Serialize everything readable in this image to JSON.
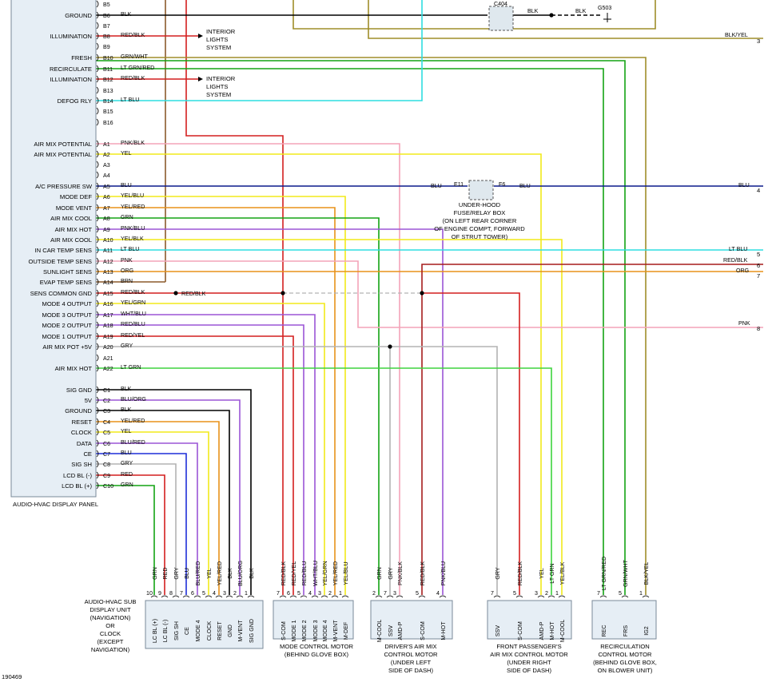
{
  "footer_code": "190469",
  "panel": {
    "title": "AUDIO-HVAC DISPLAY PANEL",
    "rows": [
      {
        "label": "",
        "pin": "B5",
        "wire": ""
      },
      {
        "label": "GROUND",
        "pin": "B6",
        "wire": "BLK"
      },
      {
        "label": "",
        "pin": "B7",
        "wire": ""
      },
      {
        "label": "ILLUMINATION",
        "pin": "B8",
        "wire": "RED/BLK"
      },
      {
        "label": "",
        "pin": "B9",
        "wire": ""
      },
      {
        "label": "FRESH",
        "pin": "B10",
        "wire": "GRN/WHT"
      },
      {
        "label": "RECIRCULATE",
        "pin": "B11",
        "wire": "LT GRN/RED"
      },
      {
        "label": "ILLUMINATION",
        "pin": "B12",
        "wire": "RED/BLK"
      },
      {
        "label": "",
        "pin": "B13",
        "wire": ""
      },
      {
        "label": "DEFOG RLY",
        "pin": "B14",
        "wire": "LT BLU"
      },
      {
        "label": "",
        "pin": "B15",
        "wire": ""
      },
      {
        "label": "",
        "pin": "B16",
        "wire": ""
      },
      {
        "label": "AIR MIX POTENTIAL",
        "pin": "A1",
        "wire": "PNK/BLK"
      },
      {
        "label": "AIR MIX POTENTIAL",
        "pin": "A2",
        "wire": "YEL"
      },
      {
        "label": "",
        "pin": "A3",
        "wire": ""
      },
      {
        "label": "",
        "pin": "A4",
        "wire": ""
      },
      {
        "label": "A/C PRESSURE SW",
        "pin": "A5",
        "wire": "BLU"
      },
      {
        "label": "MODE DEF",
        "pin": "A6",
        "wire": "YEL/BLU"
      },
      {
        "label": "MODE VENT",
        "pin": "A7",
        "wire": "YEL/RED"
      },
      {
        "label": "AIR MIX COOL",
        "pin": "A8",
        "wire": "GRN"
      },
      {
        "label": "AIR MIX HOT",
        "pin": "A9",
        "wire": "PNK/BLU"
      },
      {
        "label": "AIR MIX COOL",
        "pin": "A10",
        "wire": "YEL/BLK"
      },
      {
        "label": "IN CAR TEMP SENS",
        "pin": "A11",
        "wire": "LT BLU"
      },
      {
        "label": "OUTSIDE TEMP SENS",
        "pin": "A12",
        "wire": "PNK"
      },
      {
        "label": "SUNLIGHT SENS",
        "pin": "A13",
        "wire": "ORG"
      },
      {
        "label": "EVAP TEMP SENS",
        "pin": "A14",
        "wire": "BRN"
      },
      {
        "label": "SENS COMMON GND",
        "pin": "A15",
        "wire": "RED/BLK"
      },
      {
        "label": "MODE 4 OUTPUT",
        "pin": "A16",
        "wire": "YEL/GRN"
      },
      {
        "label": "MODE 3 OUTPUT",
        "pin": "A17",
        "wire": "WHT/BLU"
      },
      {
        "label": "MODE 2 OUTPUT",
        "pin": "A18",
        "wire": "RED/BLU"
      },
      {
        "label": "MODE 1 OUTPUT",
        "pin": "A19",
        "wire": "RED/YEL"
      },
      {
        "label": "AIR MIX POT +5V",
        "pin": "A20",
        "wire": "GRY"
      },
      {
        "label": "",
        "pin": "A21",
        "wire": ""
      },
      {
        "label": "AIR MIX HOT",
        "pin": "A22",
        "wire": "LT GRN"
      },
      {
        "label": "SIG GND",
        "pin": "C1",
        "wire": "BLK"
      },
      {
        "label": "5V",
        "pin": "C2",
        "wire": "BLU/ORG"
      },
      {
        "label": "GROUND",
        "pin": "C3",
        "wire": "BLK"
      },
      {
        "label": "RESET",
        "pin": "C4",
        "wire": "YEL/RED"
      },
      {
        "label": "CLOCK",
        "pin": "C5",
        "wire": "YEL"
      },
      {
        "label": "DATA",
        "pin": "C6",
        "wire": "BLU/RED"
      },
      {
        "label": "CE",
        "pin": "C7",
        "wire": "BLU"
      },
      {
        "label": "SIG SH",
        "pin": "C8",
        "wire": "GRY"
      },
      {
        "label": "LCD BL (-)",
        "pin": "C9",
        "wire": "RED"
      },
      {
        "label": "LCD BL (+)",
        "pin": "C10",
        "wire": "GRN"
      }
    ]
  },
  "side_notes": {
    "lights_1": [
      "INTERIOR",
      "LIGHTS",
      "SYSTEM"
    ],
    "lights_2": [
      "INTERIOR",
      "LIGHTS",
      "SYSTEM"
    ],
    "c404": "C404",
    "g503": "G503",
    "blk_1": "BLK",
    "blk_2": "BLK",
    "e11": "E11",
    "f6": "F6",
    "blu_left": "BLU",
    "blu_right": "BLU",
    "fuse_box": [
      "UNDER-HOOD",
      "FUSE/RELAY BOX",
      "(ON LEFT REAR CORNER",
      "OF ENGINE COMPT, FORWARD",
      "OF STRUT TOWER)"
    ],
    "splice_label": "RED/BLK"
  },
  "offpage": [
    {
      "wire": "BLK/YEL",
      "num": "3"
    },
    {
      "wire": "BLU",
      "num": "4"
    },
    {
      "wire": "LT BLU",
      "num": "5"
    },
    {
      "wire": "RED/BLK",
      "num": "6"
    },
    {
      "wire": "ORG",
      "num": "7"
    },
    {
      "wire": "PNK",
      "num": "8"
    }
  ],
  "components": [
    {
      "name": "sub-display-unit",
      "caption": [
        "AUDIO-HVAC SUB",
        "DISPLAY UNIT",
        "(NAVIGATION)",
        "OR",
        "CLOCK",
        "(EXCEPT",
        "NAVIGATION)"
      ],
      "pins": [
        {
          "num": "10",
          "wire": "GRN",
          "label": "LC BL (+)"
        },
        {
          "num": "9",
          "wire": "RED",
          "label": "LC BL (-)"
        },
        {
          "num": "8",
          "wire": "GRY",
          "label": "SIG SH"
        },
        {
          "num": "7",
          "wire": "BLU",
          "label": "CE"
        },
        {
          "num": "6",
          "wire": "BLU/RED",
          "label": "MODE 4"
        },
        {
          "num": "5",
          "wire": "YEL",
          "label": "CLOCK"
        },
        {
          "num": "4",
          "wire": "YEL/RED",
          "label": "RESET"
        },
        {
          "num": "3",
          "wire": "BLK",
          "label": "GND"
        },
        {
          "num": "2",
          "wire": "BLU/ORG",
          "label": "M-VENT"
        },
        {
          "num": "1",
          "wire": "BLK",
          "label": "SIG GND"
        }
      ]
    },
    {
      "name": "mode-control-motor",
      "caption": [
        "MODE CONTROL MOTOR",
        "(BEHIND GLOVE BOX)"
      ],
      "pins": [
        {
          "num": "7",
          "wire": "RED/BLK",
          "label": "S-COM"
        },
        {
          "num": "6",
          "wire": "RED/YEL",
          "label": "MODE 1"
        },
        {
          "num": "5",
          "wire": "RED/BLU",
          "label": "MODE 2"
        },
        {
          "num": "4",
          "wire": "WHT/BLU",
          "label": "MODE 3"
        },
        {
          "num": "3",
          "wire": "YEL/GRN",
          "label": "MODE 4"
        },
        {
          "num": "2",
          "wire": "YEL/RED",
          "label": "M-VENT"
        },
        {
          "num": "1",
          "wire": "YEL/BLU",
          "label": "M-DEF"
        }
      ]
    },
    {
      "name": "driver-air-mix-motor",
      "caption": [
        "DRIVER'S AIR MIX",
        "CONTROL MOTOR",
        "(UNDER LEFT",
        "SIDE OF DASH)"
      ],
      "pins": [
        {
          "num": "2",
          "wire": "GRN",
          "label": "M-COOL"
        },
        {
          "num": "7",
          "wire": "GRY",
          "label": "SSV"
        },
        {
          "num": "3",
          "wire": "PNK/BLK",
          "label": "AMD-P"
        },
        {
          "num": "5",
          "wire": "RED/BLK",
          "label": "S-COM"
        },
        {
          "num": "4",
          "wire": "PNK/BLU",
          "label": "M-HOT"
        }
      ]
    },
    {
      "name": "passenger-air-mix-motor",
      "caption": [
        "FRONT PASSENGER'S",
        "AIR MIX CONTROL MOTOR",
        "(UNDER RIGHT",
        "SIDE OF DASH)"
      ],
      "pins": [
        {
          "num": "7",
          "wire": "GRY",
          "label": "SSV"
        },
        {
          "num": "5",
          "wire": "RED/BLK",
          "label": "S-COM"
        },
        {
          "num": "3",
          "wire": "YEL",
          "label": "AMD-P"
        },
        {
          "num": "2",
          "wire": "LT GRN",
          "label": "M-HOT"
        },
        {
          "num": "1",
          "wire": "YEL/BLK",
          "label": "M-COOL"
        }
      ]
    },
    {
      "name": "recirculation-motor",
      "caption": [
        "RECIRCULATION",
        "CONTROL MOTOR",
        "(BEHIND GLOVE BOX,",
        "ON BLOWER UNIT)"
      ],
      "pins": [
        {
          "num": "7",
          "wire": "LT GRN/RED",
          "label": "REC"
        },
        {
          "num": "5",
          "wire": "GRN/WHT",
          "label": "FRS"
        },
        {
          "num": "1",
          "wire": "BLK/YEL",
          "label": "IG2"
        }
      ]
    }
  ],
  "colors": {
    "black": "#000000",
    "red": "#d41f1f",
    "green": "#13a313",
    "lt_green": "#3ed33e",
    "blue": "#1f2fd9",
    "navy": "#0c1a8c",
    "lt_blue": "#2fdde0",
    "yellow": "#f2ea1a",
    "orange": "#e8921a",
    "pink": "#f3a3b8",
    "purple": "#9b55d6",
    "gray": "#b3b3b3",
    "brown": "#8b5a2b",
    "olive": "#9f8e2a",
    "dark_red": "#a61c1c"
  }
}
